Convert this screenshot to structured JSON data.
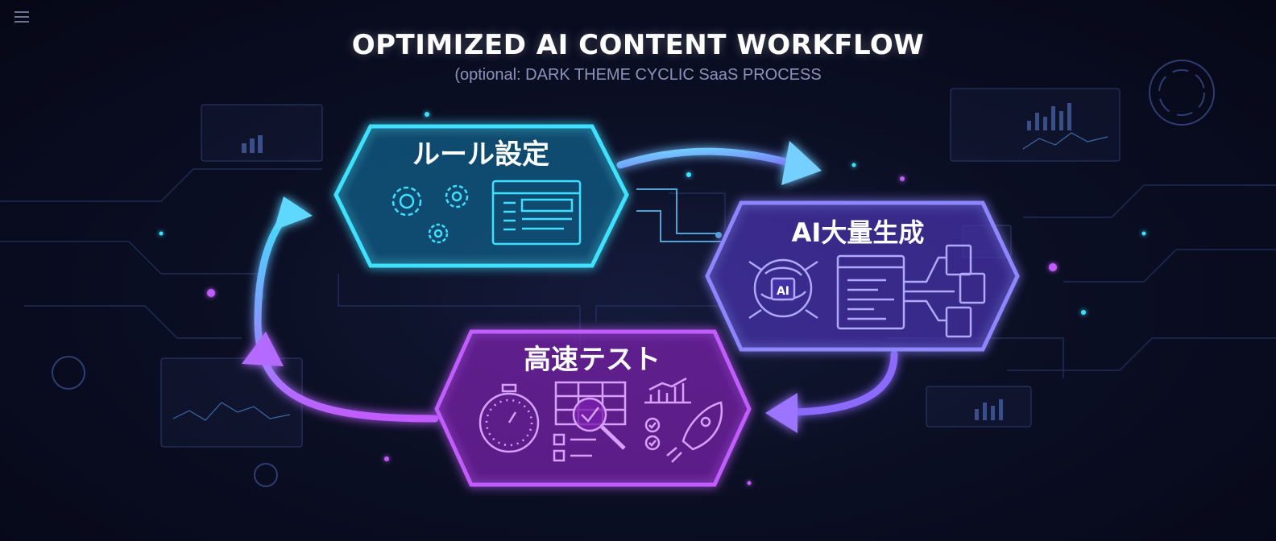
{
  "header": {
    "title": "OPTIMIZED AI CONTENT WORKFLOW",
    "subtitle": "(optional: DARK THEME CYCLIC SaaS PROCESS"
  },
  "colors": {
    "background": "#0b0f24",
    "cyan": "#3fe0ff",
    "indigo": "#7b78ff",
    "violet": "#c15bff",
    "text": "#ffffff"
  },
  "nodes": [
    {
      "id": "rules",
      "label": "ルール設定",
      "color": "#3fe0ff",
      "icons": [
        "gear-icon",
        "window-icon"
      ]
    },
    {
      "id": "generate",
      "label": "AI大量生成",
      "color": "#8e86ff",
      "icons": [
        "ai-brain-icon",
        "code-window-icon",
        "document-icon"
      ]
    },
    {
      "id": "test",
      "label": "高速テスト",
      "color": "#c15bff",
      "icons": [
        "stopwatch-icon",
        "magnifier-table-icon",
        "bar-chart-icon",
        "checklist-icon",
        "rocket-icon"
      ]
    }
  ],
  "menu_icon": "hamburger-icon"
}
